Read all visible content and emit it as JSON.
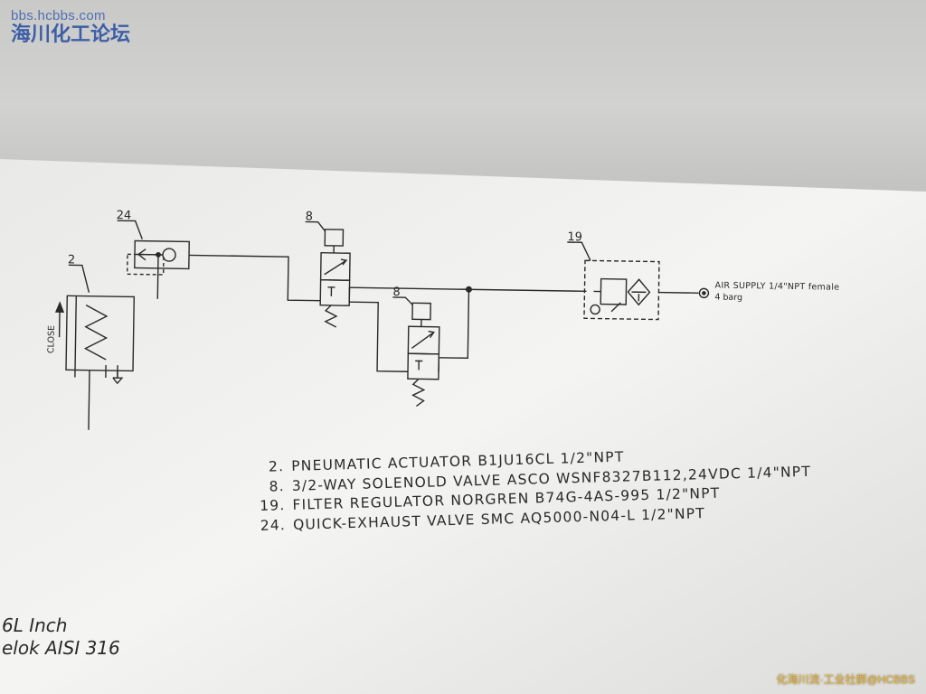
{
  "watermark_top": {
    "url": "bbs.hcbbs.com",
    "name": "海川化工论坛"
  },
  "watermark_bottom": "化海川流·工业社群@HCBBS",
  "diagram": {
    "labels": {
      "actuator": "2",
      "quick_exhaust": "24",
      "solenoid_top": "8",
      "solenoid_bottom": "8",
      "filter_regulator": "19",
      "close": "CLOSE",
      "air_supply_line1": "AIR SUPPLY 1/4\"NPT female",
      "air_supply_line2": "4 barg"
    }
  },
  "legend": [
    {
      "num": "2.",
      "text": "PNEUMATIC ACTUATOR B1JU16CL 1/2\"NPT"
    },
    {
      "num": "8.",
      "text": "3/2-WAY SOLENOLD VALVE ASCO WSNF8327B112,24VDC 1/4\"NPT"
    },
    {
      "num": "19.",
      "text": "FILTER REGULATOR NORGREN B74G-4AS-995  1/2\"NPT"
    },
    {
      "num": "24.",
      "text": "QUICK-EXHAUST VALVE SMC AQ5000-N04-L  1/2\"NPT"
    }
  ],
  "fragments": {
    "line1": "6L  Inch",
    "line2": "elok AISI 316"
  },
  "colors": {
    "ink": "#2a2a2a",
    "watermark_blue": "#3c5fa8",
    "watermark_gold": "#e8b84a"
  }
}
